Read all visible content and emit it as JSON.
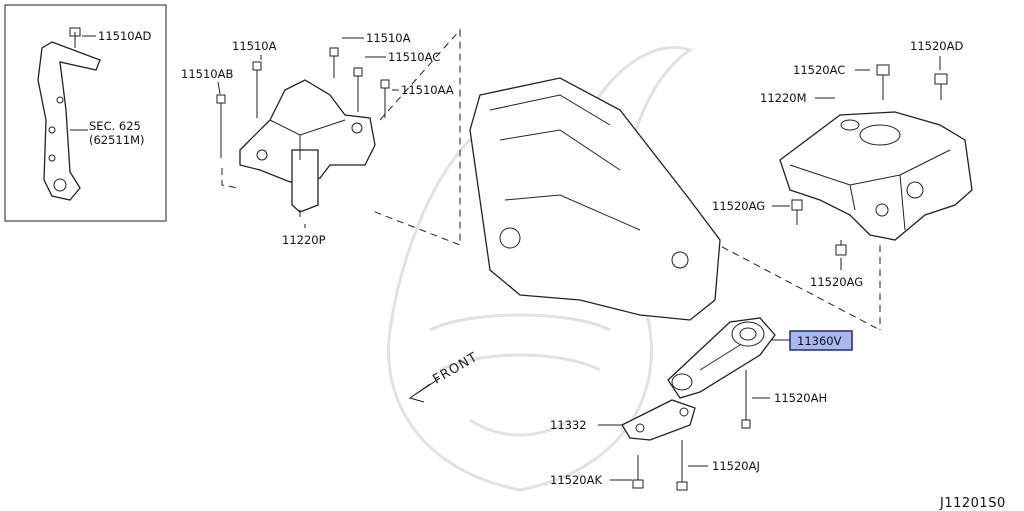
{
  "diagram": {
    "labels": {
      "p11510AD": "11510AD",
      "sec625": "SEC. 625",
      "p62511M": "(62511M)",
      "p11510A": "11510A",
      "p11510A_2": "11510A",
      "p11510AB": "11510AB",
      "p11510AC": "11510AC",
      "p11510AA": "11510AA",
      "p11220P": "11220P",
      "p11520AC": "11520AC",
      "p11520AD": "11520AD",
      "p11220M": "11220M",
      "p11520AG_1": "11520AG",
      "p11520AG_2": "11520AG",
      "p11360V": "11360V",
      "p11520AH": "11520AH",
      "p11332": "11332",
      "p11520AJ": "11520AJ",
      "p11520AK": "11520AK",
      "front": "FRONT",
      "code": "J11201S0"
    },
    "highlight_color": "#a9b8f0",
    "highlight_border": "#1a2a80"
  }
}
